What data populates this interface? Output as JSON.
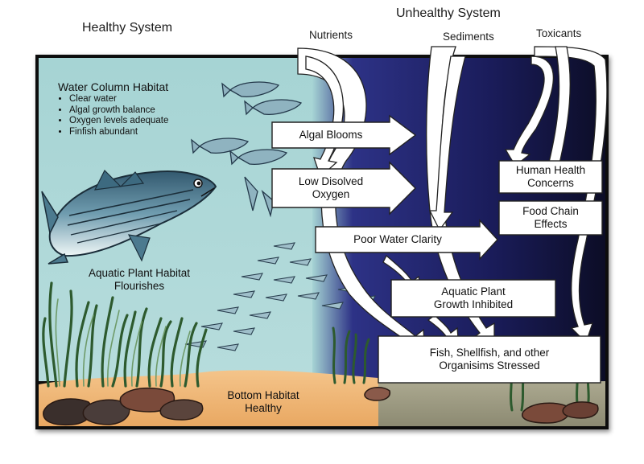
{
  "headers": {
    "healthy": "Healthy System",
    "unhealthy": "Unhealthy System"
  },
  "sources": {
    "nutrients": "Nutrients",
    "sediments": "Sediments",
    "toxicants": "Toxicants"
  },
  "water_column": {
    "title": "Water Column Habitat",
    "bullets": [
      "Clear water",
      "Algal growth balance",
      "Oxygen levels adequate",
      "Finfish abundant"
    ]
  },
  "healthy_labels": {
    "aquatic_plant": [
      "Aquatic Plant Habitat",
      "Flourishes"
    ],
    "bottom": [
      "Bottom Habitat",
      "Healthy"
    ]
  },
  "effects": {
    "algal_blooms": "Algal Blooms",
    "low_oxygen": [
      "Low Disolved",
      "Oxygen"
    ],
    "poor_clarity": "Poor Water Clarity",
    "plant_inhibited": [
      "Aquatic Plant",
      "Growth Inhibited"
    ],
    "stressed": [
      "Fish, Shellfish, and other",
      "Organisims Stressed"
    ],
    "human_health": [
      "Human Health",
      "Concerns"
    ],
    "food_chain": [
      "Food Chain",
      "Effects"
    ]
  },
  "colors": {
    "healthy_water": "#a8d6d6",
    "unhealthy_water_top": "#1c1e6b",
    "unhealthy_water_bottom": "#0f1030",
    "healthy_sand": "#f1b878",
    "unhealthy_sand": "#9c9a82",
    "border": "#111111"
  }
}
